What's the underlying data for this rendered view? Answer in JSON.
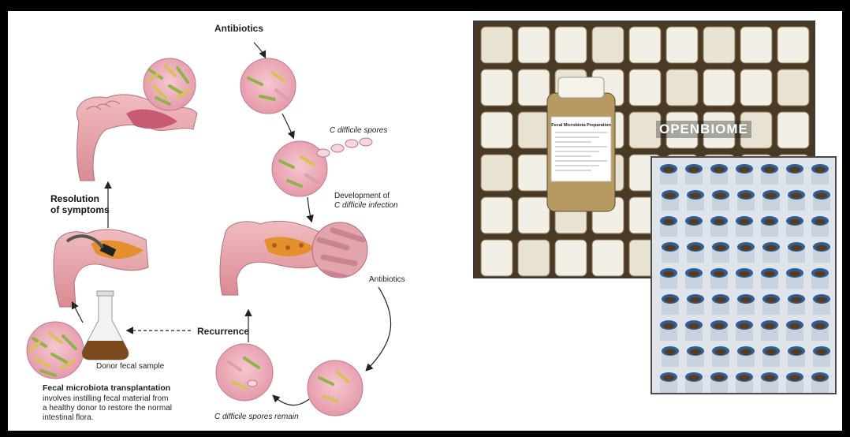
{
  "diagram": {
    "antibiotics_top": "Antibiotics",
    "spores_label": "C difficile spores",
    "development_line1": "Development of",
    "development_line2": "C difficile infection",
    "resolution_line1": "Resolution",
    "resolution_line2": "of symptoms",
    "antibiotics_right": "Antibiotics",
    "recurrence": "Recurrence",
    "donor_label": "Donor fecal sample",
    "spores_remain": "C difficile spores remain",
    "fmt_title": "Fecal microbiota transplantation",
    "fmt_line1": "involves instilling fecal material from",
    "fmt_line2": "a healthy donor to restore the normal",
    "fmt_line3": "intestinal flora."
  },
  "photos": {
    "brand_text": "OPENBIOME",
    "bottle_label_title": "Fecal Microbiota Preparation"
  },
  "colors": {
    "background": "#ffffff",
    "frame": "#000000",
    "colon_pink": "#e6a6ac",
    "circle_pink": "#efb0bf",
    "bacteria_green": "#8fb34a",
    "bacteria_yellow": "#d8c15a",
    "arrow": "#222222",
    "bottle_cap": "#f2efe6",
    "cup_blue": "#2b5e9c"
  }
}
